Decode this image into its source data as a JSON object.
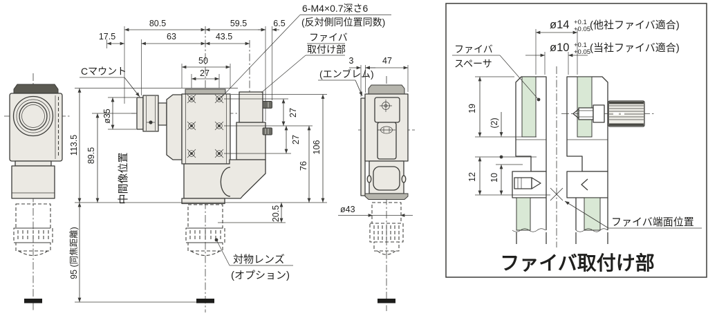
{
  "labels": {
    "c_mount": "Cマウント",
    "screw_note1": "6-M4×0.7深さ6",
    "screw_note2": "(反対側同位置同数)",
    "fiber_l1": "ファイバ",
    "fiber_l2": "取付け部",
    "emblem": "(エンブレム)",
    "mid_image": "中間像位置",
    "objective_l1": "対物レンズ",
    "objective_l2": "(オプション)"
  },
  "dims": {
    "w80_5": "80.5",
    "w59_5": "59.5",
    "w6_5": "6.5",
    "w17_5": "17.5",
    "w63": "63",
    "w43_5": "43.5",
    "w50": "50",
    "w27": "27",
    "h113_5": "113.5",
    "h89_5": "89.5",
    "dia35": "ø35",
    "parfocal": "95 (同焦距離)",
    "h27a": "27",
    "h27b": "27",
    "h76": "76",
    "h106": "106",
    "h20_5": "20.5",
    "dia43": "ø43",
    "w3": "3",
    "w47": "47"
  },
  "detail": {
    "dia14": "ø14",
    "dia14_tol_hi": "+0.1",
    "dia14_tol_lo": "+0.05",
    "dia14_note": "(他社ファイバ適合)",
    "dia10": "ø10",
    "dia10_tol_hi": "+0.1",
    "dia10_tol_lo": "+0.05",
    "dia10_note": "(当社ファイバ適合)",
    "spacer_l1": "ファイバ",
    "spacer_l2": "スペーサ",
    "h19": "19",
    "h2": "(2)",
    "h12": "12",
    "h10": "10",
    "end_face": "ファイバ端面位置",
    "title": "ファイバ取付け部"
  },
  "colors": {
    "body_fill": "#ebe9e3",
    "spacer_green": "#d9e8d5",
    "line": "#3b3b38",
    "focus_tip": "#1d1d1b"
  }
}
